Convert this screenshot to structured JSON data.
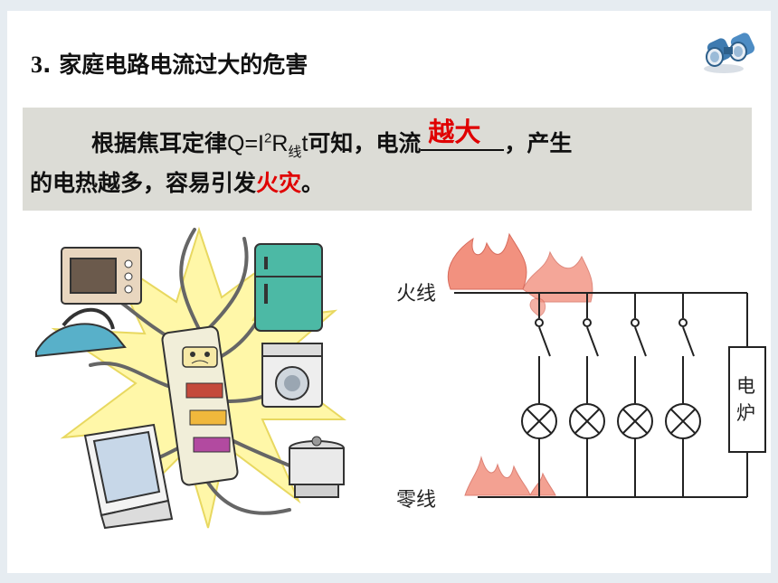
{
  "heading": {
    "number": "3",
    "separator": ".",
    "title": "家庭电路电流过大的危害"
  },
  "textbox": {
    "line1_prefix": "根据焦耳定律",
    "formula_q": "Q=I",
    "formula_sup": "2",
    "formula_r": "R",
    "formula_sub": "线",
    "formula_t": "t",
    "line1_after": "可知，电流",
    "blank_answer": "越大",
    "line1_suffix": "，产生",
    "line2_prefix": "的电热越多，容易引发",
    "line2_highlight": "火灾",
    "line2_suffix": "。"
  },
  "circuit": {
    "live_label": "火线",
    "neutral_label": "零线",
    "appliance_label_1": "电",
    "appliance_label_2": "炉"
  },
  "colors": {
    "answer": "#e00000",
    "textbox_bg": "#dcdcd6",
    "flame": "#f08a7a"
  }
}
